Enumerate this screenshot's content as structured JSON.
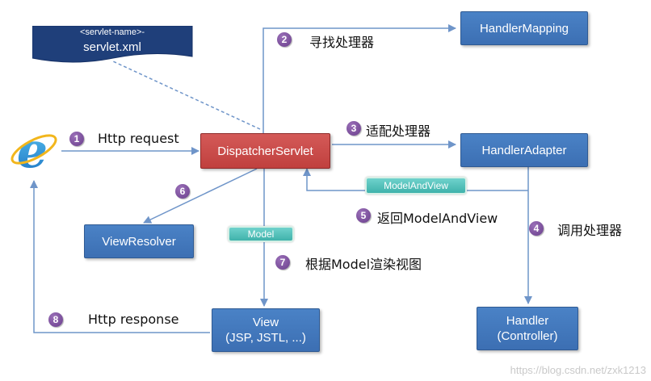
{
  "nodes": {
    "servlet_xml_top": "<servlet-name>-",
    "servlet_xml": "servlet.xml",
    "handler_mapping": "HandlerMapping",
    "dispatcher": "DispatcherServlet",
    "handler_adapter": "HandlerAdapter",
    "view_resolver": "ViewResolver",
    "view_line1": "View",
    "view_line2": "(JSP, JSTL, ...)",
    "handler_line1": "Handler",
    "handler_line2": "(Controller)"
  },
  "steps": [
    {
      "num": "1",
      "label": "Http request"
    },
    {
      "num": "2",
      "label": "寻找处理器"
    },
    {
      "num": "3",
      "label": "适配处理器"
    },
    {
      "num": "4",
      "label": "调用处理器"
    },
    {
      "num": "5",
      "label": "返回ModelAndView"
    },
    {
      "num": "6",
      "label": ""
    },
    {
      "num": "7",
      "label": "根据Model渲染视图"
    },
    {
      "num": "8",
      "label": "Http response"
    }
  ],
  "tags": {
    "model_and_view": "ModelAndView",
    "model": "Model"
  },
  "icons": {
    "browser": "internet-explorer-icon"
  },
  "colors": {
    "box_blue": "#4a82c6",
    "box_red": "#c94c4a",
    "arrow": "#6f95c9",
    "step_badge": "#7a4fa0",
    "tag_teal": "#4fc0b9"
  },
  "watermark": "https://blog.csdn.net/zxk1213"
}
